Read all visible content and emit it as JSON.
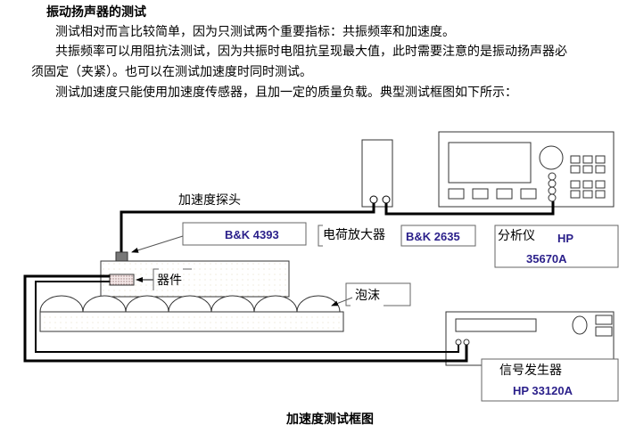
{
  "doc": {
    "title": "振动扬声器的测试",
    "paragraphs": [
      "测试相对而言比较简单，因为只测试两个重要指标：共振频率和加速度。",
      "共振频率可以用阻抗法测试，因为共振时电阻抗呈现最大值，此时需要注意的是振动扬声器必",
      "须固定（夹紧）。也可以在测试加速度时同时测试。",
      "测试加速度只能使用加速度传感器，且加一定的质量负载。典型测试框图如下所示："
    ],
    "caption": "加速度测试框图"
  },
  "diagram": {
    "probe_label": "加速度探头",
    "probe_model": "B&K 4393",
    "amp_label": "电荷放大器",
    "amp_model": "B&K 2635",
    "analyzer_label": "分析仪",
    "analyzer_brand": "HP",
    "analyzer_model": "35670A",
    "device_label": "器件",
    "foam_label": "泡沫",
    "generator_label": "信号发生器",
    "generator_model": "HP 33120A",
    "colors": {
      "model_text": "#2a1f8a",
      "probe": "#777777"
    }
  }
}
